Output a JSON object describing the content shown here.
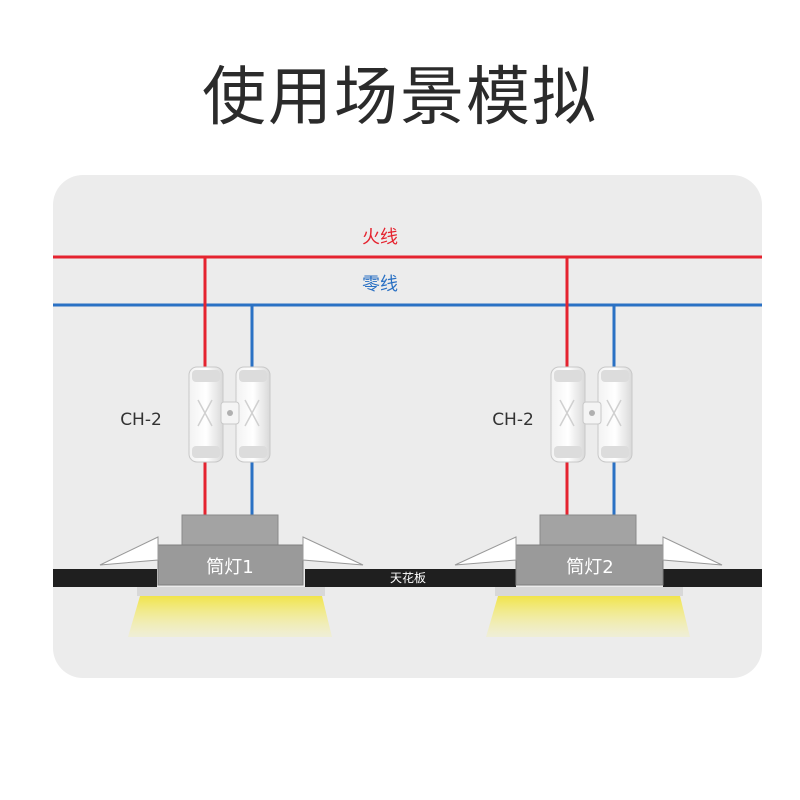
{
  "title": "使用场景模拟",
  "wires": {
    "live_label": "火线",
    "neutral_label": "零线",
    "live_color": "#e5232f",
    "neutral_color": "#2a71c4"
  },
  "connectors": [
    {
      "label": "CH-2"
    },
    {
      "label": "CH-2"
    }
  ],
  "lamps": [
    {
      "label": "筒灯1"
    },
    {
      "label": "筒灯2"
    }
  ],
  "ceiling_label": "天花板",
  "colors": {
    "panel": "#ececec",
    "lamp_body": "#9a9a9a",
    "ceiling": "#1f1f1f",
    "light": "#f3e85a"
  }
}
